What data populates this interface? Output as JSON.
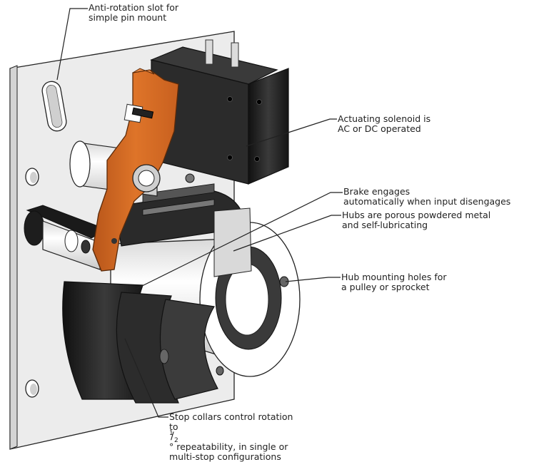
{
  "diagram": {
    "colors": {
      "arm_orange": "#d2691e",
      "solenoid_black": "#1e1e1e",
      "plate_gray": "#ececec",
      "shaft_white": "#f7f7f7",
      "line": "#222222"
    },
    "labels": {
      "anti_rotation": [
        "Anti-rotation slot for",
        "simple pin mount"
      ],
      "solenoid": [
        "Actuating solenoid is",
        "AC or DC operated"
      ],
      "brake": [
        "Brake engages",
        "automatically when input disengages"
      ],
      "hubs": [
        "Hubs are porous powdered metal",
        "and self-lubricating"
      ],
      "mounting_holes": [
        "Hub mounting holes for",
        "a pulley or sprocket"
      ],
      "stop_collars": {
        "line1": "Stop collars control rotation",
        "line2_prefix": "to",
        "fraction_num": "1",
        "fraction_den": "2",
        "line2_suffix": "° repeatability, in single or",
        "line3": "multi-stop configurations"
      }
    }
  }
}
